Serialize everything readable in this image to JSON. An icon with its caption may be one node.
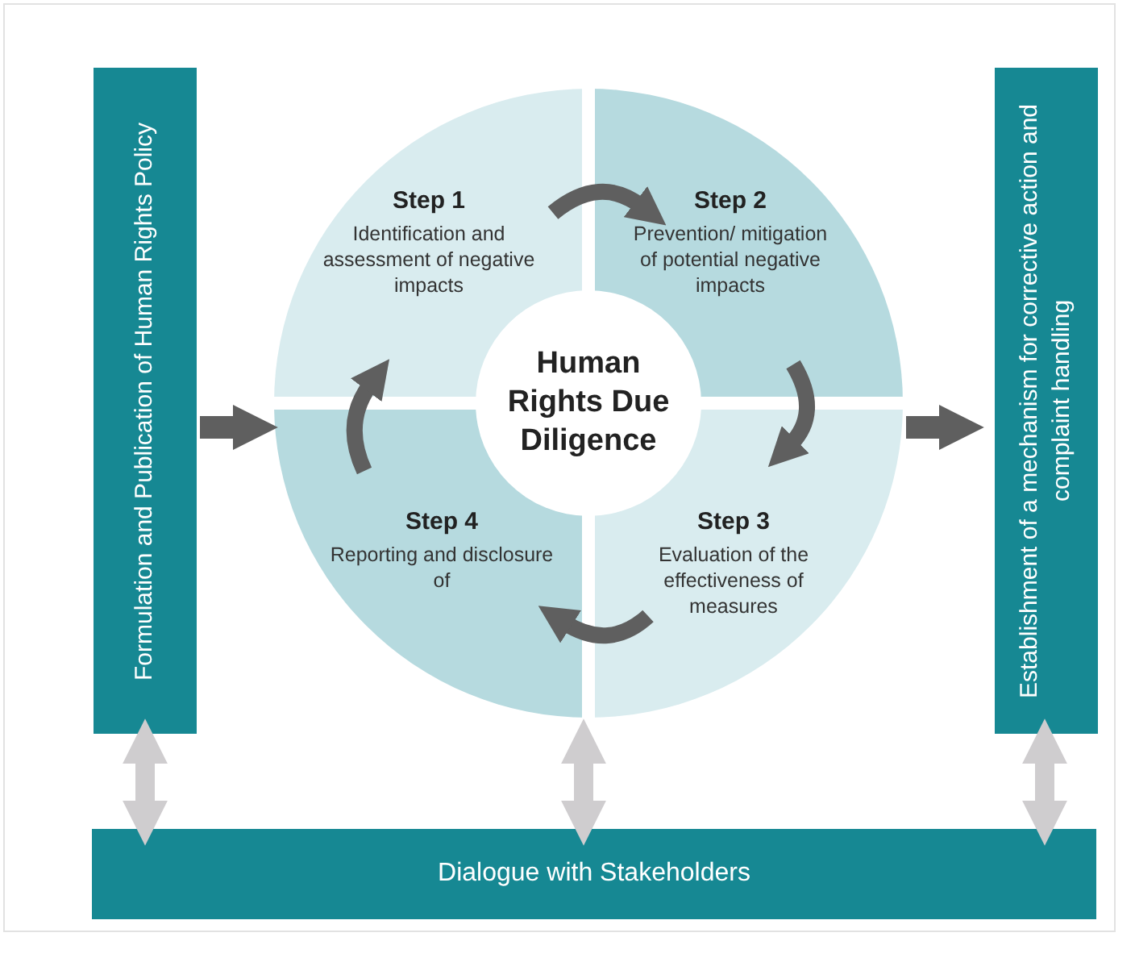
{
  "diagram": {
    "nodes": [
      {
        "text": [
          "Formulation and Publication of Human Rights Policy"
        ]
      },
      {
        "text": [],
        "shape": "circle"
      },
      {
        "text": [
          "Step 1",
          "Identification and assessment of negative impacts"
        ],
        "in": 1
      },
      {
        "text": [
          "Step 2",
          "Prevention/ mitigation of potential negative impacts"
        ],
        "in": 1
      },
      {
        "text": [
          "Human Rights Due Diligence"
        ],
        "in": 1
      },
      {
        "text": [
          "Step 4",
          "Reporting and disclosure of"
        ],
        "in": 1
      },
      {
        "text": [
          "Step 3",
          "Evaluation of the effectiveness of measures"
        ],
        "in": 1
      },
      {
        "text": [
          "Establishment of a mechanism for corrective action and complaint handling"
        ]
      },
      {
        "text": [
          "Dialogue with Stakeholders"
        ]
      }
    ],
    "edges": [
      {
        "from": 0,
        "to": 1,
        "arrow": "to"
      },
      {
        "from": 1,
        "to": 7,
        "arrow": "to"
      },
      {
        "from": 2,
        "to": 3,
        "arrow": "to"
      },
      {
        "from": 3,
        "to": 6,
        "arrow": "to"
      },
      {
        "from": 6,
        "to": 5,
        "arrow": "to"
      },
      {
        "from": 5,
        "to": 2,
        "arrow": "to"
      },
      {
        "from": 0,
        "to": 8,
        "arrow": "both",
        "color": "#cfcdcf"
      },
      {
        "from": 1,
        "to": 8,
        "arrow": "both",
        "color": "#cfcdcf"
      },
      {
        "from": 7,
        "to": 8,
        "arrow": "both",
        "color": "#cfcdcf"
      }
    ]
  }
}
